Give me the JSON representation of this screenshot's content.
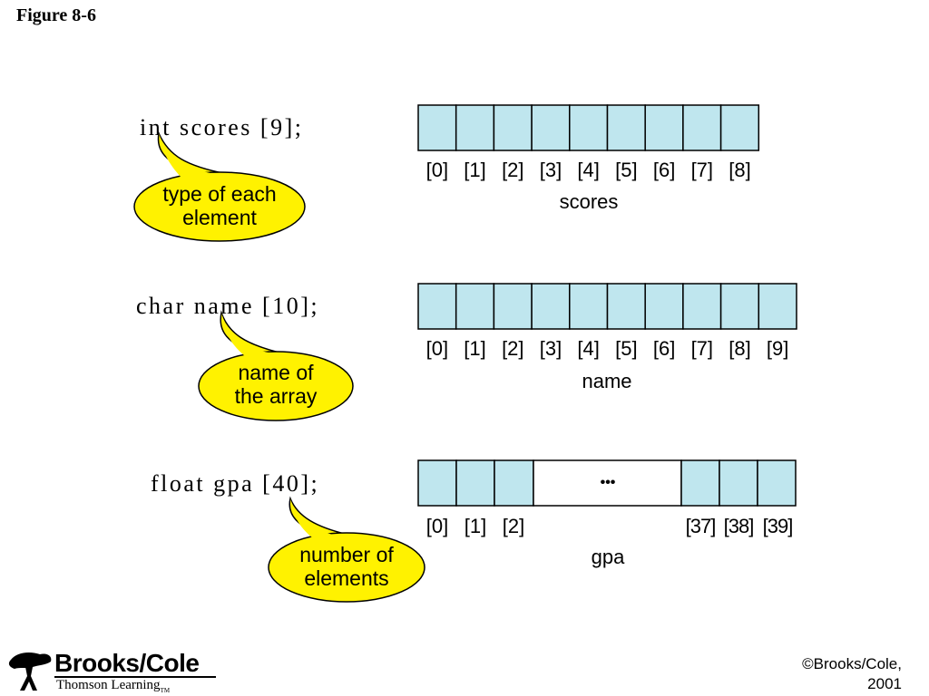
{
  "figure_title": "Figure 8-6",
  "colors": {
    "cell_fill": "#bfe6ee",
    "callout_fill": "#fff200",
    "stroke": "#000000"
  },
  "arrays": [
    {
      "declaration": "int scores [9];",
      "array_label": "scores",
      "cells": 9,
      "indices": [
        "[0]",
        "[1]",
        "[2]",
        "[3]",
        "[4]",
        "[5]",
        "[6]",
        "[7]",
        "[8]"
      ],
      "callout": [
        "type of each",
        "element"
      ]
    },
    {
      "declaration": "char name [10];",
      "array_label": "name",
      "cells": 10,
      "indices": [
        "[0]",
        "[1]",
        "[2]",
        "[3]",
        "[4]",
        "[5]",
        "[6]",
        "[7]",
        "[8]",
        "[9]"
      ],
      "callout": [
        "name of",
        "the array"
      ]
    },
    {
      "declaration": "float gpa [40];",
      "array_label": "gpa",
      "cells": 40,
      "ellipsis": "•••",
      "indices_left": [
        "[0]",
        "[1]",
        "[2]"
      ],
      "indices_right": [
        "[37]",
        "[38]",
        "[39]"
      ],
      "callout": [
        "number of",
        "elements"
      ]
    }
  ],
  "logo": {
    "name": "Brooks/Cole",
    "subtitle": "Thomson Learning",
    "tm": "TM",
    "icon": "tree-icon"
  },
  "copyright": [
    "©Brooks/Cole,",
    "2001"
  ]
}
